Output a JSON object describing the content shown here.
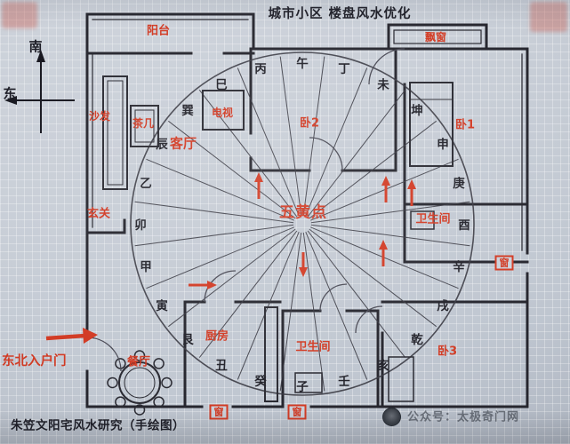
{
  "header": {
    "title": "城市小区  楼盘风水优化"
  },
  "compass": {
    "south_label": "南",
    "east_label": "东"
  },
  "plan": {
    "balcony": "阳台",
    "bay_window": "飘窗",
    "sofa": "沙发",
    "tea_table": "茶几",
    "tv": "电视",
    "living_room": "客厅",
    "bedroom_2": "卧2",
    "bedroom_1": "卧1",
    "entry_hall": "玄关",
    "bathroom_right": "卫生间",
    "five_yellow_point": "五黄点",
    "kitchen": "厨房",
    "bathroom_bottom": "卫生间",
    "dining_room": "餐厅",
    "bedroom_3": "卧3",
    "window_right": "窗",
    "window_bottom_1": "窗",
    "window_bottom_2": "窗",
    "entry_door": "东北入户门"
  },
  "mountains": [
    "午",
    "丁",
    "未",
    "坤",
    "申",
    "庚",
    "酉",
    "辛",
    "戌",
    "乾",
    "亥",
    "壬",
    "子",
    "癸",
    "丑",
    "艮",
    "寅",
    "甲",
    "卯",
    "乙",
    "辰",
    "巽",
    "巳",
    "丙"
  ],
  "footer": {
    "credit": "朱笠文阳宅风水研究（手绘图）",
    "watermark": "公众号：太极奇门网"
  },
  "colors": {
    "annotation_red": "#d23b24",
    "ink_black": "#23232b",
    "paper": "#c7ccd4"
  }
}
